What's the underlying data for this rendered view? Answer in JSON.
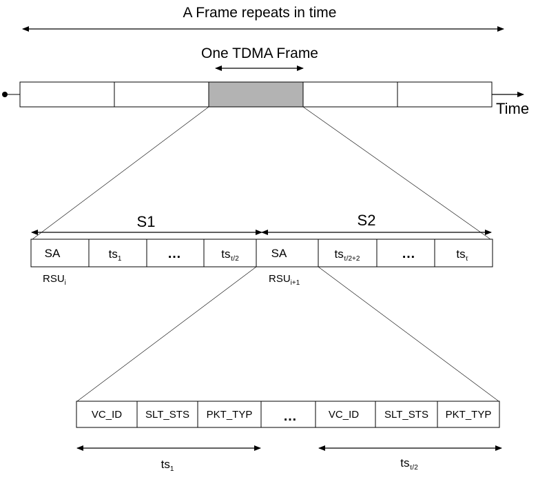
{
  "frame_repeat_label": "A Frame repeats in time",
  "tdma_frame_label": "One TDMA Frame",
  "time_label": "Time",
  "sections": [
    {
      "label": "S1"
    },
    {
      "label": "S2"
    }
  ],
  "frame_slots": [
    {
      "label": "SA"
    },
    {
      "label": "ts",
      "sub": "1"
    },
    {
      "label": "…"
    },
    {
      "label": "ts",
      "sub": "τ/2"
    },
    {
      "label": "SA"
    },
    {
      "label": "ts",
      "sub": "τ/2+2"
    },
    {
      "label": "…"
    },
    {
      "label": "ts",
      "sub": "τ"
    }
  ],
  "rsu_labels": [
    {
      "label": "RSU",
      "sub": "i"
    },
    {
      "label": "RSU",
      "sub": "i+1"
    }
  ],
  "packet_fields": [
    {
      "label": "VC_ID"
    },
    {
      "label": "SLT_STS"
    },
    {
      "label": "PKT_TYP"
    },
    {
      "label": "…"
    },
    {
      "label": "VC_ID"
    },
    {
      "label": "SLT_STS"
    },
    {
      "label": "PKT_TYP"
    }
  ],
  "packet_groups": [
    {
      "label": "ts",
      "sub": "1"
    },
    {
      "label": "ts",
      "sub": "τ/2"
    }
  ],
  "colors": {
    "highlighted_frame": "#b3b3b3",
    "line": "#000000"
  }
}
